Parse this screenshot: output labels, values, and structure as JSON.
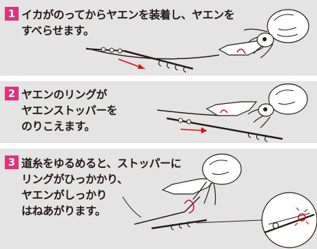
{
  "steps": [
    {
      "number": "1",
      "text": "イカがのってからヤエンを装着し、ヤエンを\nすべらせます。"
    },
    {
      "number": "2",
      "text": "ヤエンのリングが\nヤエンストッパーを\nのりこえます。"
    },
    {
      "number": "3",
      "text": "道糸をゆるめると、ストッパーに\nリングがひっかかり、\nヤエンがしっかり\nはねあがります。"
    }
  ],
  "colors": {
    "background": "#e5e4e5",
    "accent": "#e0327a",
    "text": "#231815",
    "arrow": "#e60012"
  }
}
